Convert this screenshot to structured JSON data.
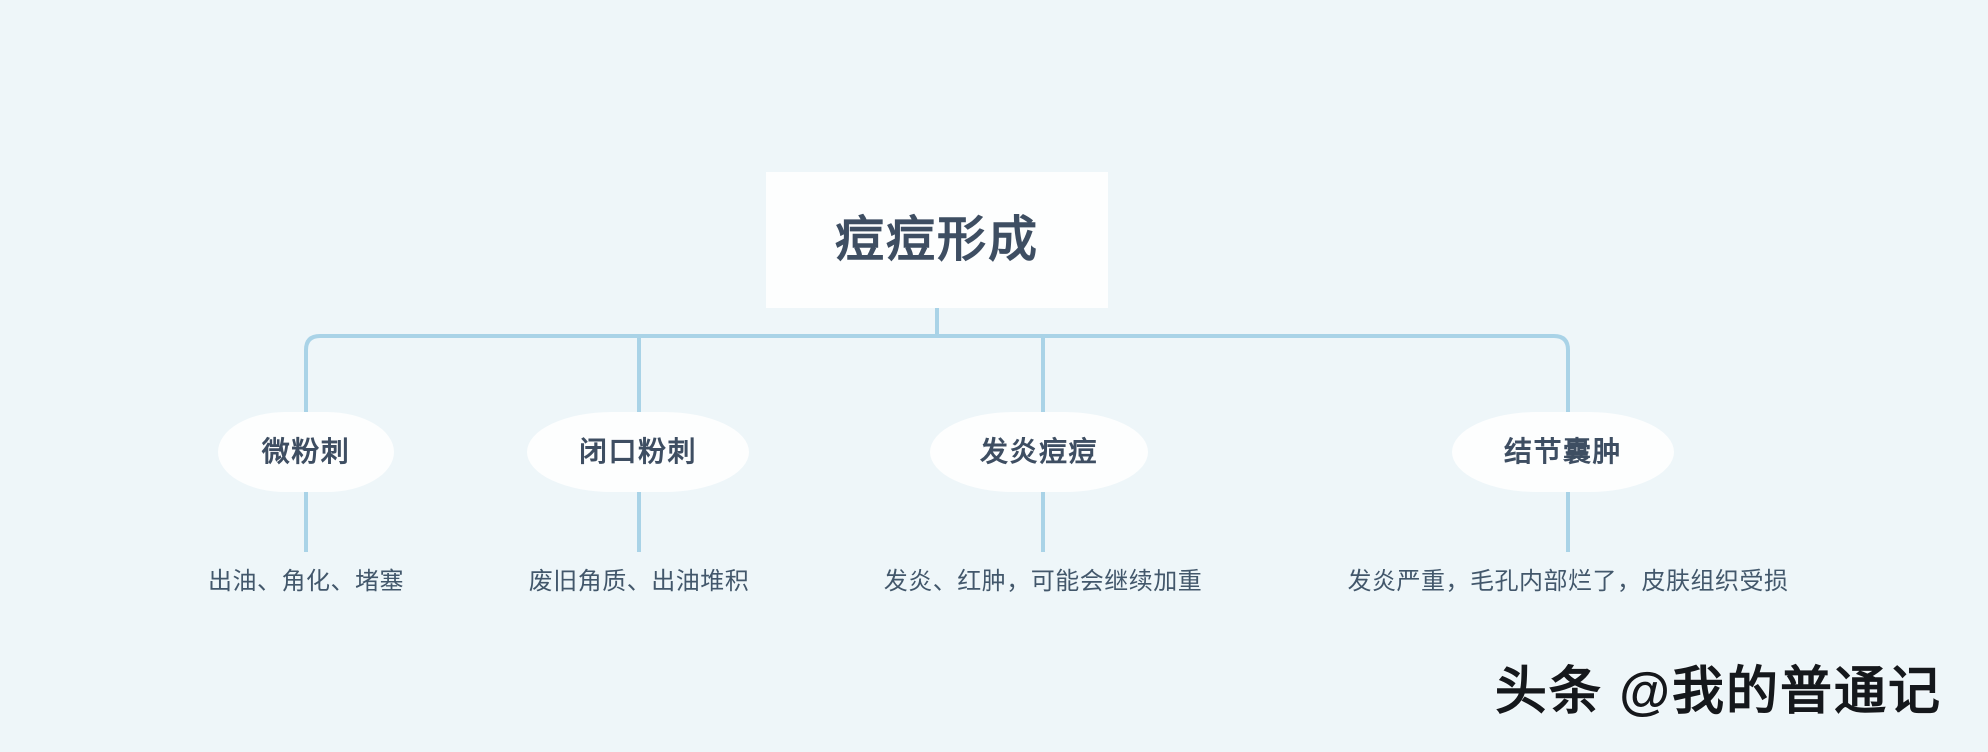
{
  "canvas": {
    "background_color": "#eef6f9",
    "connector_color": "#a9d3e7",
    "text_color": "#3e4e62",
    "caption_color": "#42576b",
    "node_fill": "#fdfefe"
  },
  "root": {
    "title": "痘痘形成"
  },
  "branches": [
    {
      "label": "微粉刺",
      "caption": "出油、角化、堵塞"
    },
    {
      "label": "闭口粉刺",
      "caption": "废旧角质、出油堆积"
    },
    {
      "label": "发炎痘痘",
      "caption": "发炎、红肿，可能会继续加重"
    },
    {
      "label": "结节囊肿",
      "caption": "发炎严重，毛孔内部烂了，皮肤组织受损"
    }
  ],
  "watermark": {
    "text": "头条 @我的普通记"
  }
}
